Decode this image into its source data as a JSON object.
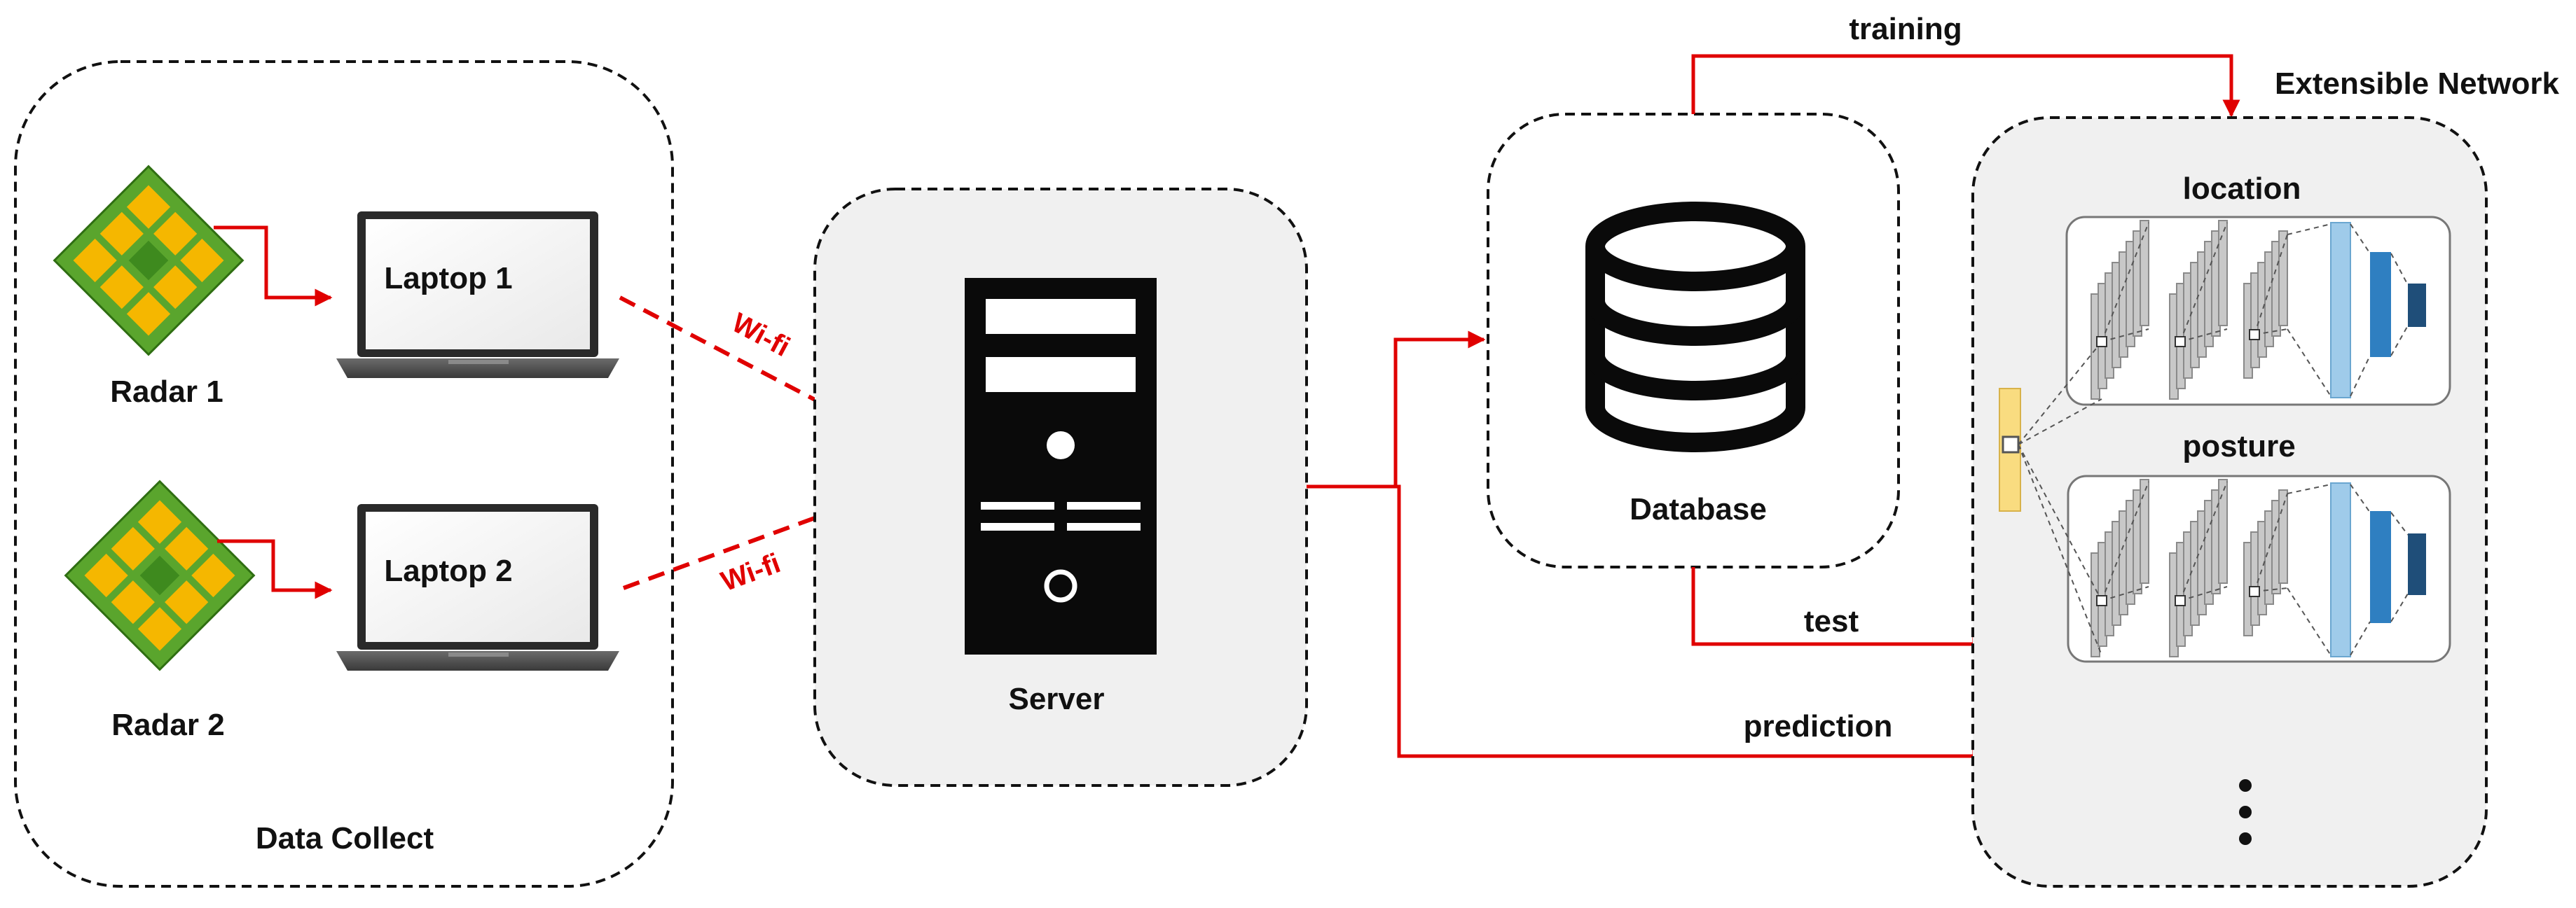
{
  "labels": {
    "radar_1": "Radar 1",
    "radar_2": "Radar 2",
    "laptop_1": "Laptop 1",
    "laptop_2": "Laptop 2",
    "data_collect": "Data Collect",
    "wifi_1": "Wi-fi",
    "wifi_2": "Wi-fi",
    "server": "Server",
    "database": "Database",
    "training": "training",
    "test": "test",
    "prediction": "prediction",
    "extensible_network": "Extensible Network",
    "location": "location",
    "posture": "posture"
  },
  "colors": {
    "arrow": "#e00000",
    "radar_board": "#5aa52d",
    "radar_chip": "#f5b700",
    "server_body": "#0a0a0a",
    "layer_gray": "#c8c8c8",
    "layer_light_blue": "#9fcbea",
    "layer_mid_blue": "#2f7fc1",
    "layer_dark_blue": "#1f4e79",
    "input_vector": "#f9dc80",
    "group_fill": "#f0f0f0"
  }
}
